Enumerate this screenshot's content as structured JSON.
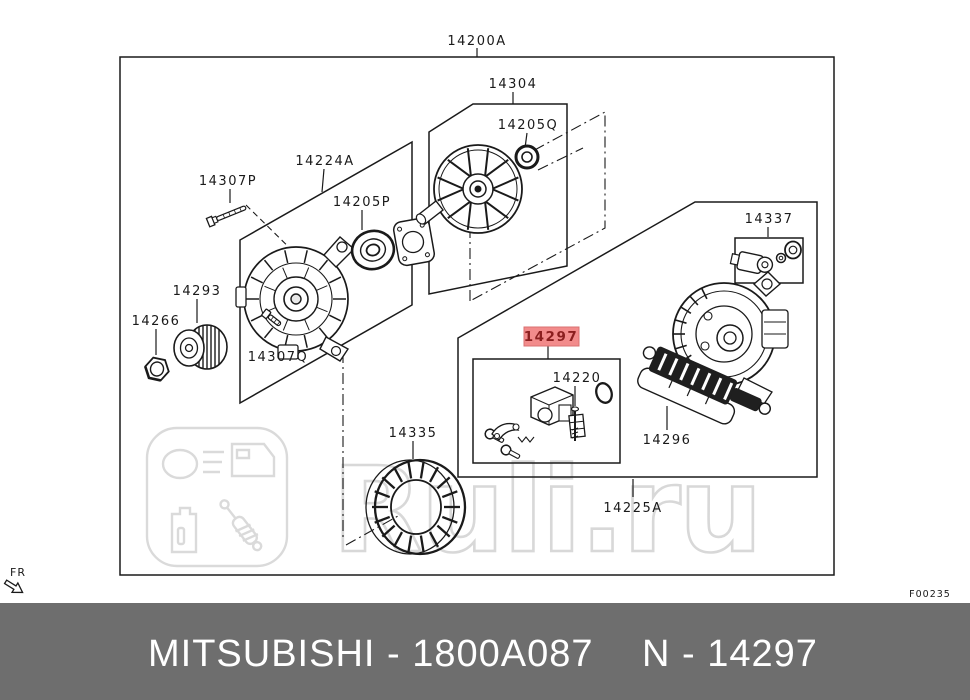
{
  "diagram": {
    "labels": [
      {
        "id": "14200A",
        "text": "14200A"
      },
      {
        "id": "14304",
        "text": "14304"
      },
      {
        "id": "14205Q",
        "text": "14205Q"
      },
      {
        "id": "14224A",
        "text": "14224A"
      },
      {
        "id": "14307P",
        "text": "14307P"
      },
      {
        "id": "14205P",
        "text": "14205P"
      },
      {
        "id": "14337",
        "text": "14337"
      },
      {
        "id": "14293",
        "text": "14293"
      },
      {
        "id": "14266",
        "text": "14266"
      },
      {
        "id": "14307Q",
        "text": "14307Q"
      },
      {
        "id": "14220",
        "text": "14220"
      },
      {
        "id": "14296",
        "text": "14296"
      },
      {
        "id": "14335",
        "text": "14335"
      },
      {
        "id": "14225A",
        "text": "14225A"
      }
    ],
    "highlighted_part": {
      "text": "14297",
      "highlight_bg": "#f28b8b",
      "highlight_border": "#d97070",
      "text_color": "#8b1f1f"
    },
    "fr_label": "FR",
    "figure_code": "F00235"
  },
  "watermark": {
    "brand_text": "Ruli.ru"
  },
  "footer": {
    "left_text": "MITSUBISHI - 1800A087",
    "right_text": "N - 14297",
    "bg_color": "#6e6e6e",
    "text_color": "#ffffff"
  }
}
